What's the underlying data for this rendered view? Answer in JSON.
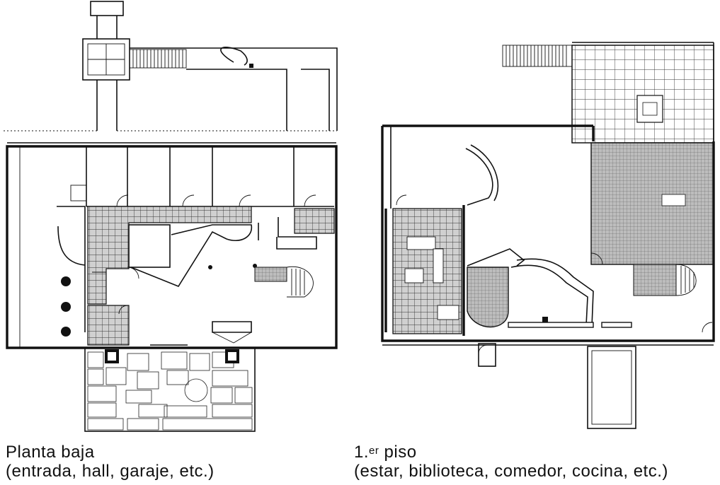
{
  "captions": {
    "ground": {
      "title": "Planta baja",
      "subtitle": "(entrada, hall, garaje, etc.)"
    },
    "first": {
      "title_number": "1.",
      "title_sup": "er",
      "title_word": "piso",
      "subtitle": "(estar, biblioteca, comedor, cocina, etc.)"
    }
  },
  "colors": {
    "ink": "#111111",
    "paper": "#ffffff"
  }
}
